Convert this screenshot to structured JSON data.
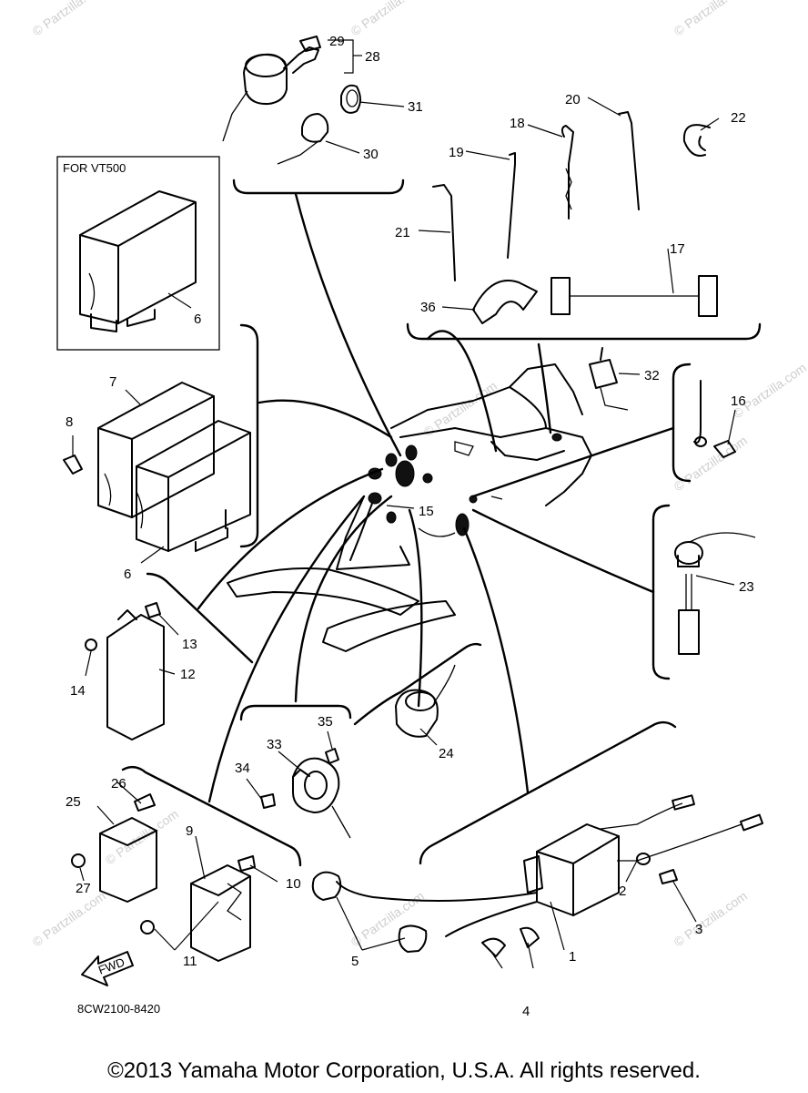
{
  "inset_label": "FOR VT500",
  "part_code": "8CW2100-8420",
  "fwd_label": "FWD",
  "watermark": "© Partzilla.com",
  "copyright": "©2013 Yamaha Motor Corporation, U.S.A. All rights reserved.",
  "callouts": [
    "1",
    "2",
    "3",
    "4",
    "5",
    "6",
    "7",
    "8",
    "9",
    "10",
    "11",
    "12",
    "13",
    "14",
    "15",
    "16",
    "17",
    "18",
    "19",
    "20",
    "21",
    "22",
    "23",
    "24",
    "25",
    "26",
    "27",
    "28",
    "29",
    "30",
    "31",
    "32",
    "33",
    "34",
    "35",
    "36"
  ]
}
